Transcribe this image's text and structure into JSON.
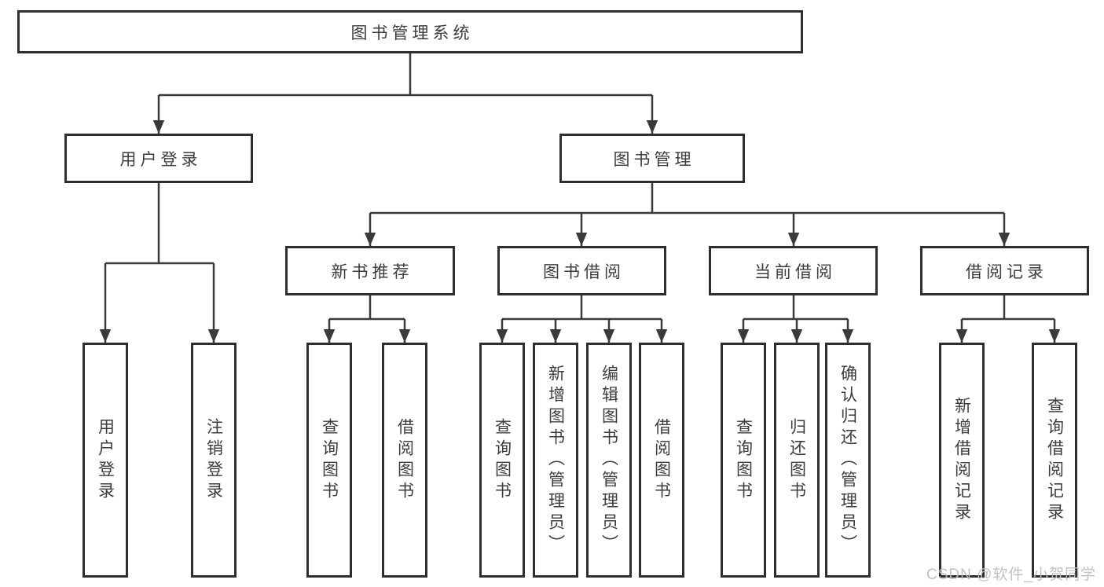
{
  "diagram": {
    "title": "图书管理系统",
    "level2": [
      {
        "label": "用户登录"
      },
      {
        "label": "图书管理"
      }
    ],
    "level3": [
      {
        "label": "新书推荐",
        "parent": "图书管理"
      },
      {
        "label": "图书借阅",
        "parent": "图书管理"
      },
      {
        "label": "当前借阅",
        "parent": "图书管理"
      },
      {
        "label": "借阅记录",
        "parent": "图书管理"
      }
    ],
    "leaves": [
      {
        "label": "用户登录",
        "parent": "用户登录"
      },
      {
        "label": "注销登录",
        "parent": "用户登录"
      },
      {
        "label": "查询图书",
        "parent": "新书推荐"
      },
      {
        "label": "借阅图书",
        "parent": "新书推荐"
      },
      {
        "label": "查询图书",
        "parent": "图书借阅"
      },
      {
        "label": "新增图书（管理员）",
        "parent": "图书借阅"
      },
      {
        "label": "编辑图书（管理员）",
        "parent": "图书借阅"
      },
      {
        "label": "借阅图书",
        "parent": "图书借阅"
      },
      {
        "label": "查询图书",
        "parent": "当前借阅"
      },
      {
        "label": "归还图书",
        "parent": "当前借阅"
      },
      {
        "label": "确认归还（管理员）",
        "parent": "当前借阅"
      },
      {
        "label": "新增借阅记录",
        "parent": "借阅记录"
      },
      {
        "label": "查询借阅记录",
        "parent": "借阅记录"
      }
    ]
  },
  "watermark": {
    "text": "CSDN @软件_小贺同学"
  },
  "colors": {
    "line": "#3a3a3a",
    "border": "#2e2e2e",
    "text": "#3c3c3c",
    "watermark": "#bebebe",
    "background": "#ffffff"
  }
}
